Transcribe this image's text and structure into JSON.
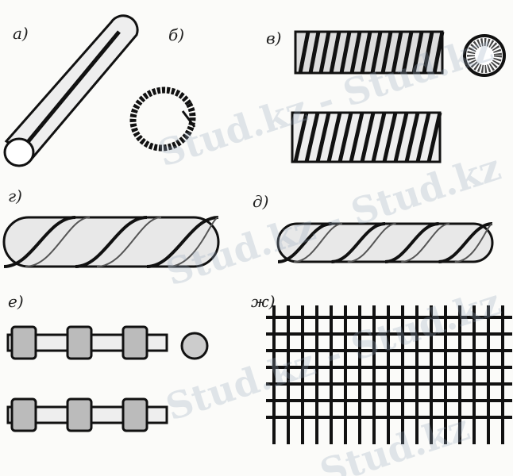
{
  "figure": {
    "labels": {
      "a": "а)",
      "b": "б)",
      "v": "в)",
      "g": "г)",
      "d": "д)",
      "e": "е)",
      "zh": "ж)"
    },
    "watermark": "Stud.kz - Stud.kz",
    "watermark_short": "Stud.kz"
  }
}
